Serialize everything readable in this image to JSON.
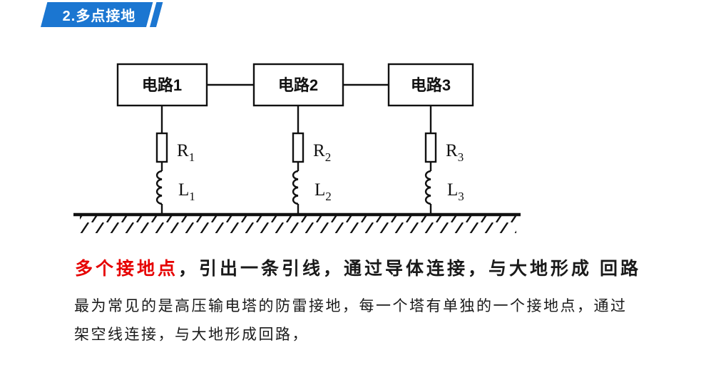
{
  "banner": {
    "label": "2.多点接地"
  },
  "colors": {
    "banner_blue": "#1b76d1",
    "highlight_red": "#e60000",
    "line_black": "#111111"
  },
  "diagram": {
    "circuits": [
      {
        "box_label": "电路1",
        "resistor": {
          "letter": "R",
          "sub": "1"
        },
        "inductor": {
          "letter": "L",
          "sub": "1"
        }
      },
      {
        "box_label": "电路2",
        "resistor": {
          "letter": "R",
          "sub": "2"
        },
        "inductor": {
          "letter": "L",
          "sub": "2"
        }
      },
      {
        "box_label": "电路3",
        "resistor": {
          "letter": "R",
          "sub": "3"
        },
        "inductor": {
          "letter": "L",
          "sub": "3"
        }
      }
    ]
  },
  "caption": {
    "highlight": "多个接地点",
    "line1_rest": "，引出一条引线，通过导体连接，与大地形成 回路",
    "line2": "最为常见的是高压输电塔的防雷接地，每一个塔有单独的一个接地点，通过",
    "line3": "架空线连接，与大地形成回路，"
  }
}
